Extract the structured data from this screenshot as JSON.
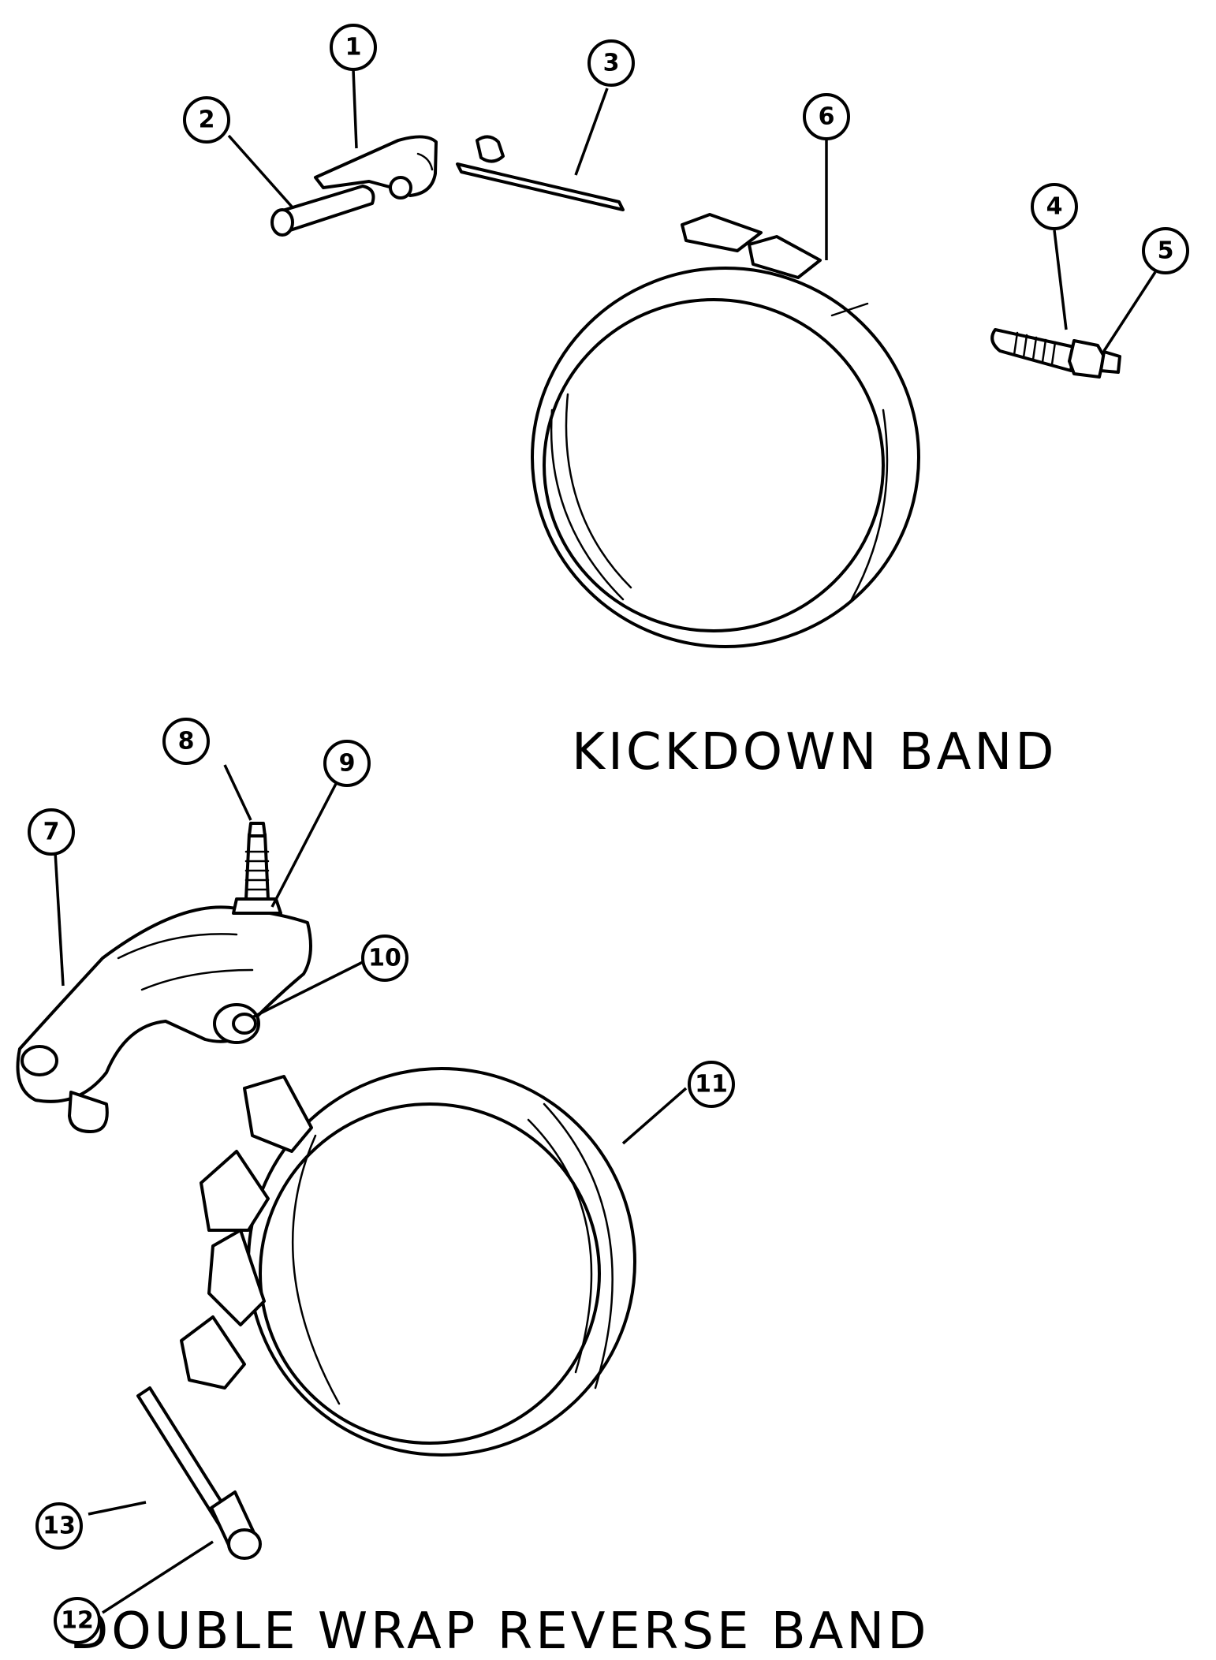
{
  "captions": {
    "kickdown": "KICKDOWN BAND",
    "reverse": "DOUBLE WRAP REVERSE BAND"
  },
  "callouts": [
    "1",
    "2",
    "3",
    "4",
    "5",
    "6",
    "7",
    "8",
    "9",
    "10",
    "11",
    "12",
    "13"
  ]
}
